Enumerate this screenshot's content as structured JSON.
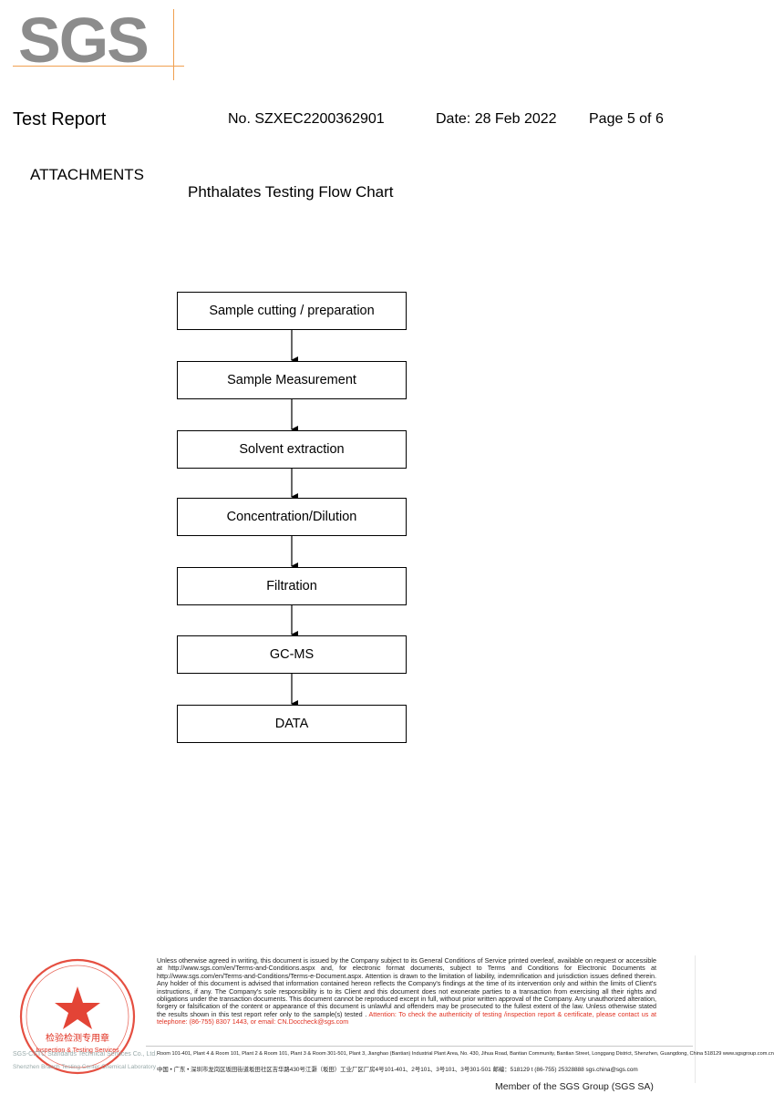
{
  "header": {
    "logo_text": "SGS",
    "title": "Test Report",
    "report_no": "No. SZXEC2200362901",
    "date": "Date: 28 Feb 2022",
    "page": "Page 5 of 6"
  },
  "section": {
    "heading": "ATTACHMENTS",
    "chart_title": "Phthalates Testing Flow Chart"
  },
  "flow_steps": [
    "Sample cutting / preparation",
    "Sample Measurement",
    "Solvent extraction",
    "Concentration/Dilution",
    "Filtration",
    "GC-MS",
    "DATA"
  ],
  "footer": {
    "disclaimer": "Unless otherwise agreed in writing, this document is issued by the Company subject to its General Conditions of Service printed overleaf, available on request or accessible at http://www.sgs.com/en/Terms-and-Conditions.aspx and, for electronic format documents, subject to Terms and Conditions for Electronic Documents at http://www.sgs.com/en/Terms-and-Conditions/Terms-e-Document.aspx. Attention is drawn to the limitation of liability, indemnification and jurisdiction issues defined therein. Any holder of this document is advised that information contained hereon reflects the Company's findings at the time of its intervention only and within the limits of Client's instructions, if any. The Company's sole responsibility is to its Client and this document does not exonerate parties to a transaction from exercising all their rights and obligations under the transaction documents. This document cannot be reproduced except in full, without prior written approval of the Company. Any unauthorized alteration, forgery or falsification of the content or appearance of this document is unlawful and offenders may be prosecuted to the fullest extent of the law. Unless otherwise stated the results shown in this test report refer only to the sample(s) tested .",
    "attention": "Attention: To check the authenticity of testing /inspection report & certificate, please contact us at telephone: (86-755) 8307 1443, or email: CN.Doccheck@sgs.com",
    "address_en": "Room 101-401, Plant 4 & Room 101, Plant 2 & Room 101, Plant 3 & Room 301-501, Plant 3, Jianghao (Bantian) Industrial Plant Area, No. 430, Jihua Road, Bantian Community, Bantian Street, Longgang District, Shenzhen, Guangdong, China 518129   www.sgsgroup.com.cn",
    "address_cn": "中国 • 广东 • 深圳市龙岗区坂田街道坂田社区吉华路430号江灏（坂田）工业厂区厂房4号101-401、2号101、3号101、3号301-501  邮编：518129      t (86-755) 25328888   sgs.china@sgs.com",
    "seal_label_1": "SGS-CSTC Standards Technical Services Co., Ltd.",
    "seal_label_2": "Shenzhen Branch Testing Center Chemical Laboratory",
    "seal_text_cn": "检验检测专用章",
    "seal_text_en": "Inspection & Testing Services",
    "member": "Member of the SGS Group (SGS SA)"
  },
  "colors": {
    "logo_gray": "#8c8c8c",
    "logo_accent": "#f0a050",
    "seal_red": "#e03020",
    "attention_red": "#e03020"
  }
}
